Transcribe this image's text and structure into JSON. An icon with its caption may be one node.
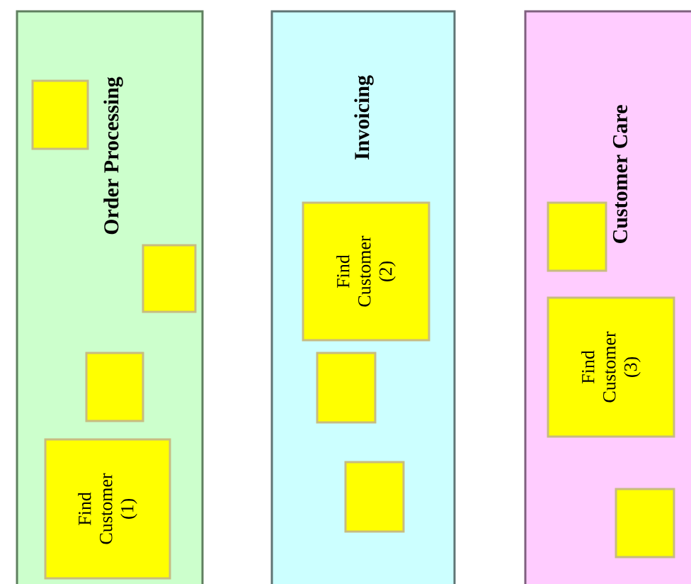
{
  "diagram": {
    "nodes": [
      {
        "text": [
          "Order Processing"
        ]
      },
      {
        "text": [],
        "shape": "box",
        "in": 0
      },
      {
        "text": [],
        "shape": "box",
        "in": 0
      },
      {
        "text": [],
        "shape": "box",
        "in": 0
      },
      {
        "text": [
          "Find Customer (1)"
        ],
        "in": 0
      },
      {
        "text": [
          "Invoicing"
        ]
      },
      {
        "text": [
          "Find Customer (2)"
        ],
        "in": 5
      },
      {
        "text": [],
        "shape": "box",
        "in": 5
      },
      {
        "text": [],
        "shape": "box",
        "in": 5
      },
      {
        "text": [
          "Customer Care"
        ]
      },
      {
        "text": [],
        "shape": "box",
        "in": 9
      },
      {
        "text": [
          "Find Customer (3)"
        ],
        "in": 9
      },
      {
        "text": [],
        "shape": "box",
        "in": 9
      }
    ]
  }
}
